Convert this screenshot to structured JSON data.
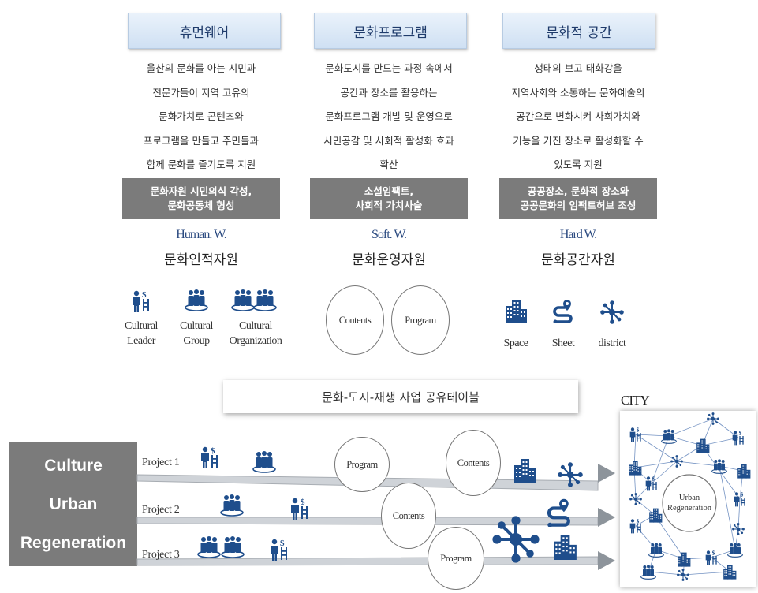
{
  "columns": [
    {
      "header": "휴먼웨어",
      "lines": [
        "울산의 문화를 아는 시민과",
        "전문가들이 지역 고유의",
        "문화가치로 콘텐츠와",
        "프로그램을 만들고 주민들과",
        "함께 문화를 즐기도록 지원"
      ],
      "impact": [
        "문화자원 시민의식 각성,",
        "문화공동체 형성"
      ],
      "w_label": "Human. W.",
      "kr_label": "문화인적자원",
      "icons": [
        {
          "icon": "leader-icon",
          "caption": [
            "Cultural",
            "Leader"
          ]
        },
        {
          "icon": "group-icon",
          "caption": [
            "Cultural",
            "Group"
          ]
        },
        {
          "icon": "organization-icon",
          "caption": [
            "Cultural",
            "Organization"
          ]
        }
      ]
    },
    {
      "header": "문화프로그램",
      "lines": [
        "문화도시를 만드는 과정 속에서",
        "공간과 장소를 활용하는",
        "문화프로그램 개발 및 운영으로",
        "시민공감 및 사회적 활성화 효과",
        "확산"
      ],
      "impact": [
        "소셜임팩트,",
        "사회적 가치사슬"
      ],
      "w_label": "Soft. W.",
      "kr_label": "문화운영자원",
      "circles": [
        "Contents",
        "Program"
      ]
    },
    {
      "header": "문화적 공간",
      "lines": [
        "생태의 보고 태화강을",
        "지역사회와 소통하는 문화예술의",
        "공간으로 변화시켜 사회가치와",
        "기능을 가진 장소로 활성화할 수",
        "있도록 지원"
      ],
      "impact": [
        "공공장소, 문화적 장소와",
        "공공문화의 임팩트허브 조성"
      ],
      "w_label": "Hard W.",
      "kr_label": "문화공간자원",
      "icons": [
        {
          "icon": "building-icon",
          "caption": [
            "Space"
          ]
        },
        {
          "icon": "route-pin-icon",
          "caption": [
            "Sheet"
          ]
        },
        {
          "icon": "network-node-icon",
          "caption": [
            "district"
          ]
        }
      ]
    }
  ],
  "table_title": "문화-도시-재생 사업 공유테이블",
  "left_box": [
    "Culture",
    "Urban",
    "Regeneration"
  ],
  "projects": [
    {
      "label": "Project 1",
      "circles": [
        "Program",
        "Contents"
      ]
    },
    {
      "label": "Project 2",
      "circles": [
        "Contents"
      ]
    },
    {
      "label": "Project 3",
      "circles": [
        "Program"
      ]
    }
  ],
  "city": {
    "label": "CITY",
    "center": [
      "Urban",
      "Regeneration"
    ]
  },
  "colors": {
    "icon": "#1f4e8c",
    "header_text": "#1f3b6b",
    "gray_box": "#7b7b7b",
    "w_label": "#2b4a80"
  }
}
